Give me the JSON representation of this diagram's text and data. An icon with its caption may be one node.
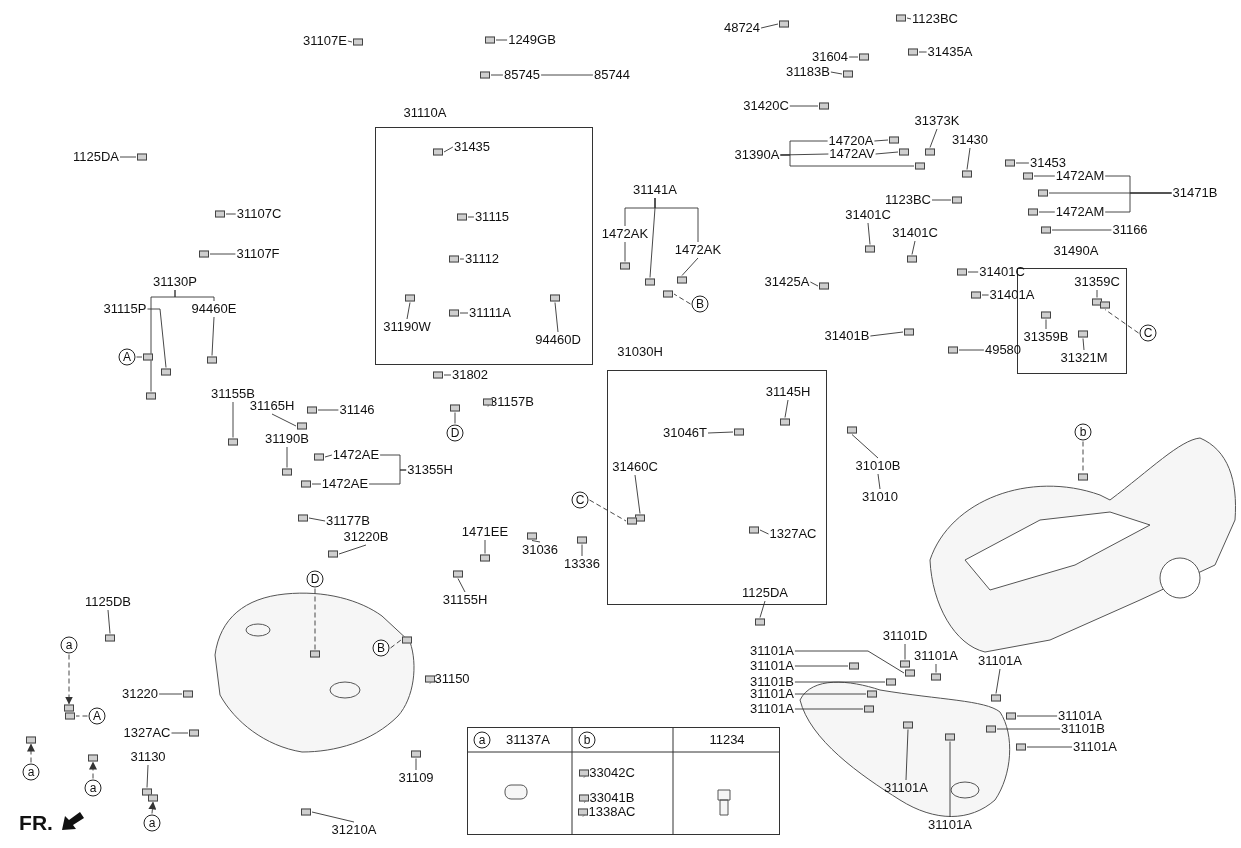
{
  "diagram": {
    "nodes": [
      {
        "text": [
          "31107E"
        ]
      },
      {
        "text": [
          "1249GB"
        ]
      },
      {
        "text": [
          "85745"
        ]
      },
      {
        "text": [
          "85744"
        ]
      },
      {
        "text": [
          "31110A"
        ]
      },
      {
        "text": [
          "31435"
        ],
        "in": 4
      },
      {
        "text": [
          "31115"
        ],
        "in": 4
      },
      {
        "text": [
          "31112"
        ],
        "in": 4
      },
      {
        "text": [
          "31111A"
        ],
        "in": 4
      },
      {
        "text": [
          "31190W"
        ],
        "in": 4
      },
      {
        "text": [
          "94460D"
        ],
        "in": 4
      },
      {
        "text": [
          "31141A"
        ]
      },
      {
        "text": [
          "1472AK"
        ]
      },
      {
        "text": [
          "1472AK"
        ]
      },
      {
        "text": [
          "B"
        ]
      },
      {
        "text": [
          "1125DA"
        ]
      },
      {
        "text": [
          "31107C"
        ]
      },
      {
        "text": [
          "31107F"
        ]
      },
      {
        "text": [
          "31130P"
        ]
      },
      {
        "text": [
          "31115P"
        ]
      },
      {
        "text": [
          "94460E"
        ]
      },
      {
        "text": [
          "A"
        ]
      },
      {
        "text": [
          "31155B"
        ]
      },
      {
        "text": [
          "31165H"
        ]
      },
      {
        "text": [
          "31146"
        ]
      },
      {
        "text": [
          "31190B"
        ]
      },
      {
        "text": [
          "1472AE"
        ]
      },
      {
        "text": [
          "1472AE"
        ]
      },
      {
        "text": [
          "31355H"
        ]
      },
      {
        "text": [
          "31177B"
        ]
      },
      {
        "text": [
          "31220B"
        ]
      },
      {
        "text": [
          "D"
        ]
      },
      {
        "text": [
          "B"
        ]
      },
      {
        "text": [
          "1125DB"
        ]
      },
      {
        "text": [
          "a"
        ]
      },
      {
        "text": [
          "A"
        ]
      },
      {
        "text": [
          "31220"
        ]
      },
      {
        "text": [
          "1327AC"
        ]
      },
      {
        "text": [
          "31150"
        ]
      },
      {
        "text": [
          "31130"
        ]
      },
      {
        "text": [
          "a"
        ]
      },
      {
        "text": [
          "a"
        ]
      },
      {
        "text": [
          "a"
        ]
      },
      {
        "text": [
          "31109"
        ]
      },
      {
        "text": [
          "31210A"
        ]
      },
      {
        "text": [
          "D"
        ]
      },
      {
        "text": [
          "31802"
        ]
      },
      {
        "text": [
          "31157B"
        ]
      },
      {
        "text": [
          "31030H"
        ]
      },
      {
        "text": [
          "31145H"
        ],
        "in": 48
      },
      {
        "text": [
          "31046T"
        ],
        "in": 48
      },
      {
        "text": [
          "31460C"
        ],
        "in": 48
      },
      {
        "text": [
          "1327AC"
        ],
        "in": 48
      },
      {
        "text": [
          "1125DA"
        ],
        "in": 48
      },
      {
        "text": [
          "C"
        ]
      },
      {
        "text": [
          "31036"
        ]
      },
      {
        "text": [
          "1471EE"
        ]
      },
      {
        "text": [
          "13336"
        ]
      },
      {
        "text": [
          "31155H"
        ]
      },
      {
        "text": [
          "31010B"
        ]
      },
      {
        "text": [
          "31010"
        ]
      },
      {
        "text": [
          "b"
        ]
      },
      {
        "text": [
          "48724"
        ]
      },
      {
        "text": [
          "1123BC"
        ]
      },
      {
        "text": [
          "31604"
        ]
      },
      {
        "text": [
          "31435A"
        ]
      },
      {
        "text": [
          "31183B"
        ]
      },
      {
        "text": [
          "31420C"
        ]
      },
      {
        "text": [
          "31373K"
        ]
      },
      {
        "text": [
          "31430"
        ]
      },
      {
        "text": [
          "14720A"
        ]
      },
      {
        "text": [
          "1472AV"
        ]
      },
      {
        "text": [
          "31390A"
        ]
      },
      {
        "text": [
          "31453"
        ]
      },
      {
        "text": [
          "1472AM"
        ]
      },
      {
        "text": [
          "1472AM"
        ]
      },
      {
        "text": [
          "31471B"
        ]
      },
      {
        "text": [
          "1123BC"
        ]
      },
      {
        "text": [
          "31166"
        ]
      },
      {
        "text": [
          "31401C"
        ]
      },
      {
        "text": [
          "31401C"
        ]
      },
      {
        "text": [
          "31401C"
        ]
      },
      {
        "text": [
          "31425A"
        ]
      },
      {
        "text": [
          "31401A"
        ]
      },
      {
        "text": [
          "31401B"
        ]
      },
      {
        "text": [
          "49580"
        ]
      },
      {
        "text": [
          "31490A"
        ]
      },
      {
        "text": [
          "31359C"
        ],
        "in": 86
      },
      {
        "text": [
          "31359B"
        ],
        "in": 86
      },
      {
        "text": [
          "31321M"
        ],
        "in": 86
      },
      {
        "text": [
          "C"
        ]
      },
      {
        "text": [
          "31101D"
        ]
      },
      {
        "text": [
          "31101A"
        ]
      },
      {
        "text": [
          "31101A"
        ]
      },
      {
        "text": [
          "31101A"
        ]
      },
      {
        "text": [
          "31101A"
        ]
      },
      {
        "text": [
          "31101B"
        ]
      },
      {
        "text": [
          "31101A"
        ]
      },
      {
        "text": [
          "31101A"
        ]
      },
      {
        "text": [
          "31101A"
        ]
      },
      {
        "text": [
          "31101B"
        ]
      },
      {
        "text": [
          "31101A"
        ]
      },
      {
        "text": [
          "31101A"
        ]
      },
      {
        "text": [
          "31101A"
        ]
      },
      {
        "text": [
          "33042C"
        ]
      },
      {
        "text": [
          "33041B"
        ]
      },
      {
        "text": [
          "1338AC"
        ]
      },
      {
        "text": [
          "a"
        ]
      },
      {
        "text": [
          "b"
        ]
      },
      {
        "text": [],
        "shape": "box"
      },
      {
        "text": [],
        "shape": "box"
      },
      {
        "text": [],
        "shape": "box"
      },
      {
        "text": [],
        "shape": "box",
        "in": 4
      },
      {
        "text": [],
        "shape": "box",
        "in": 4
      },
      {
        "text": [],
        "shape": "box",
        "in": 4
      },
      {
        "text": [],
        "shape": "box",
        "in": 4
      },
      {
        "text": [],
        "shape": "box",
        "in": 4
      },
      {
        "text": [],
        "shape": "box",
        "in": 4
      },
      {
        "text": [],
        "shape": "box"
      },
      {
        "text": [],
        "shape": "box"
      },
      {
        "text": [],
        "shape": "box"
      },
      {
        "text": [],
        "shape": "box"
      },
      {
        "text": [],
        "shape": "box"
      },
      {
        "text": [],
        "shape": "box"
      },
      {
        "text": [],
        "shape": "box"
      },
      {
        "text": [],
        "shape": "box"
      },
      {
        "text": [],
        "shape": "box"
      },
      {
        "text": [],
        "shape": "box"
      },
      {
        "text": [],
        "shape": "box"
      },
      {
        "text": [],
        "shape": "box"
      },
      {
        "text": [],
        "shape": "box"
      },
      {
        "text": [],
        "shape": "box"
      },
      {
        "text": [],
        "shape": "box"
      },
      {
        "text": [],
        "shape": "box"
      },
      {
        "text": [],
        "shape": "box"
      },
      {
        "text": [],
        "shape": "box"
      },
      {
        "text": [],
        "shape": "box"
      },
      {
        "text": [],
        "shape": "box"
      },
      {
        "text": [],
        "shape": "box"
      },
      {
        "text": [],
        "shape": "box"
      },
      {
        "text": [],
        "shape": "box"
      },
      {
        "text": [],
        "shape": "box"
      },
      {
        "text": [],
        "shape": "box"
      },
      {
        "text": [],
        "shape": "box"
      },
      {
        "text": [],
        "shape": "box"
      },
      {
        "text": [],
        "shape": "box"
      },
      {
        "text": [],
        "shape": "box"
      },
      {
        "text": [],
        "shape": "box"
      },
      {
        "text": [],
        "shape": "box"
      },
      {
        "text": [],
        "shape": "box"
      },
      {
        "text": [],
        "shape": "box"
      },
      {
        "text": [],
        "shape": "box"
      },
      {
        "text": [],
        "shape": "box"
      },
      {
        "text": [],
        "shape": "box"
      },
      {
        "text": [],
        "shape": "box",
        "in": 48
      },
      {
        "text": [],
        "shape": "box",
        "in": 48
      },
      {
        "text": [],
        "shape": "box",
        "in": 48
      },
      {
        "text": [],
        "shape": "box",
        "in": 48
      },
      {
        "text": [],
        "shape": "box"
      },
      {
        "text": [],
        "shape": "box",
        "in": 48
      },
      {
        "text": [],
        "shape": "box"
      },
      {
        "text": [],
        "shape": "box"
      },
      {
        "text": [],
        "shape": "box"
      },
      {
        "text": [],
        "shape": "box"
      },
      {
        "text": [],
        "shape": "box"
      },
      {
        "text": [],
        "shape": "box"
      },
      {
        "text": [],
        "shape": "box"
      },
      {
        "text": [],
        "shape": "box"
      },
      {
        "text": [],
        "shape": "box"
      },
      {
        "text": [],
        "shape": "box"
      },
      {
        "text": [],
        "shape": "box"
      },
      {
        "text": [],
        "shape": "box"
      },
      {
        "text": [],
        "shape": "box"
      },
      {
        "text": [],
        "shape": "box"
      },
      {
        "text": [],
        "shape": "box"
      },
      {
        "text": [],
        "shape": "box"
      },
      {
        "text": [],
        "shape": "box"
      },
      {
        "text": [],
        "shape": "box"
      },
      {
        "text": [],
        "shape": "box"
      },
      {
        "text": [],
        "shape": "box"
      },
      {
        "text": [],
        "shape": "box"
      },
      {
        "text": [],
        "shape": "box"
      },
      {
        "text": [],
        "shape": "box"
      },
      {
        "text": [],
        "shape": "box"
      },
      {
        "text": [],
        "shape": "box"
      },
      {
        "text": [],
        "shape": "box"
      },
      {
        "text": [],
        "shape": "box"
      },
      {
        "text": [],
        "shape": "box"
      },
      {
        "text": [],
        "shape": "box"
      },
      {
        "text": [],
        "shape": "box"
      },
      {
        "text": [],
        "shape": "box",
        "in": 86
      },
      {
        "text": [],
        "shape": "box",
        "in": 86
      },
      {
        "text": [],
        "shape": "box",
        "in": 86
      },
      {
        "text": [],
        "shape": "box",
        "in": 86
      },
      {
        "text": [],
        "shape": "box"
      },
      {
        "text": [],
        "shape": "box"
      },
      {
        "text": [],
        "shape": "box"
      },
      {
        "text": [],
        "shape": "box"
      },
      {
        "text": [],
        "shape": "box"
      },
      {
        "text": [],
        "shape": "box"
      },
      {
        "text": [],
        "shape": "box"
      },
      {
        "text": [],
        "shape": "box"
      },
      {
        "text": [],
        "shape": "box"
      },
      {
        "text": [],
        "shape": "box"
      },
      {
        "text": [],
        "shape": "box"
      },
      {
        "text": [],
        "shape": "box"
      },
      {
        "text": [],
        "shape": "box"
      },
      {
        "text": [],
        "shape": "box"
      },
      {
        "text": [],
        "shape": "box"
      },
      {
        "text": [],
        "shape": "box"
      }
    ],
    "edges": [
      {
        "from": 0,
        "to": 109,
        "arrow": "none"
      },
      {
        "from": 1,
        "to": 110,
        "arrow": "none"
      },
      {
        "from": 2,
        "to": 111,
        "arrow": "none"
      },
      {
        "from": 3,
        "to": 2,
        "arrow": "none"
      },
      {
        "from": 5,
        "to": 112,
        "arrow": "none"
      },
      {
        "from": 6,
        "to": 113,
        "arrow": "none"
      },
      {
        "from": 7,
        "to": 114,
        "arrow": "none"
      },
      {
        "from": 8,
        "to": 115,
        "arrow": "none"
      },
      {
        "from": 9,
        "to": 116,
        "arrow": "none"
      },
      {
        "from": 10,
        "to": 117,
        "arrow": "none"
      },
      {
        "from": 11,
        "to": 12,
        "arrow": "none"
      },
      {
        "from": 11,
        "to": 118,
        "arrow": "none"
      },
      {
        "from": 11,
        "to": 13,
        "arrow": "none"
      },
      {
        "from": 12,
        "to": 119,
        "arrow": "none"
      },
      {
        "from": 13,
        "to": 120,
        "arrow": "none"
      },
      {
        "from": 14,
        "to": 121,
        "arrow": "none",
        "style": "dashed"
      },
      {
        "from": 15,
        "to": 122,
        "arrow": "none"
      },
      {
        "from": 16,
        "to": 123,
        "arrow": "none"
      },
      {
        "from": 17,
        "to": 124,
        "arrow": "none"
      },
      {
        "from": 18,
        "to": 125,
        "arrow": "none"
      },
      {
        "from": 18,
        "to": 20,
        "arrow": "none"
      },
      {
        "from": 19,
        "to": 126,
        "arrow": "none"
      },
      {
        "from": 20,
        "to": 127,
        "arrow": "none"
      },
      {
        "from": 21,
        "to": 128,
        "arrow": "none"
      },
      {
        "from": 22,
        "to": 129,
        "arrow": "none"
      },
      {
        "from": 23,
        "to": 130,
        "arrow": "none"
      },
      {
        "from": 24,
        "to": 131,
        "arrow": "none"
      },
      {
        "from": 25,
        "to": 132,
        "arrow": "none"
      },
      {
        "from": 26,
        "to": 133,
        "arrow": "none"
      },
      {
        "from": 27,
        "to": 134,
        "arrow": "none"
      },
      {
        "from": 28,
        "to": 26,
        "arrow": "none"
      },
      {
        "from": 28,
        "to": 27,
        "arrow": "none"
      },
      {
        "from": 29,
        "to": 135,
        "arrow": "none"
      },
      {
        "from": 30,
        "to": 136,
        "arrow": "none"
      },
      {
        "from": 31,
        "to": 137,
        "arrow": "none",
        "style": "dashed"
      },
      {
        "from": 32,
        "to": 138,
        "arrow": "none",
        "style": "dashed"
      },
      {
        "from": 33,
        "to": 139,
        "arrow": "none"
      },
      {
        "from": 34,
        "to": 140,
        "arrow": "to",
        "style": "dashed"
      },
      {
        "from": 35,
        "to": 141,
        "arrow": "none",
        "style": "dashed"
      },
      {
        "from": 36,
        "to": 142,
        "arrow": "none"
      },
      {
        "from": 37,
        "to": 143,
        "arrow": "none"
      },
      {
        "from": 38,
        "to": 144,
        "arrow": "none"
      },
      {
        "from": 39,
        "to": 145,
        "arrow": "none"
      },
      {
        "from": 40,
        "to": 146,
        "arrow": "to",
        "style": "dashed"
      },
      {
        "from": 41,
        "to": 147,
        "arrow": "to",
        "style": "dashed"
      },
      {
        "from": 42,
        "to": 148,
        "arrow": "to",
        "style": "dashed"
      },
      {
        "from": 43,
        "to": 149,
        "arrow": "none"
      },
      {
        "from": 44,
        "to": 150,
        "arrow": "none"
      },
      {
        "from": 45,
        "to": 151,
        "arrow": "none"
      },
      {
        "from": 46,
        "to": 152,
        "arrow": "none"
      },
      {
        "from": 47,
        "to": 153,
        "arrow": "none"
      },
      {
        "from": 49,
        "to": 154,
        "arrow": "none"
      },
      {
        "from": 50,
        "to": 155,
        "arrow": "none"
      },
      {
        "from": 51,
        "to": 156,
        "arrow": "none"
      },
      {
        "from": 52,
        "to": 157,
        "arrow": "none"
      },
      {
        "from": 53,
        "to": 158,
        "arrow": "none"
      },
      {
        "from": 54,
        "to": 159,
        "arrow": "none",
        "style": "dashed"
      },
      {
        "from": 55,
        "to": 160,
        "arrow": "none"
      },
      {
        "from": 56,
        "to": 161,
        "arrow": "none"
      },
      {
        "from": 57,
        "to": 162,
        "arrow": "none"
      },
      {
        "from": 58,
        "to": 163,
        "arrow": "none"
      },
      {
        "from": 59,
        "to": 164,
        "arrow": "none"
      },
      {
        "from": 60,
        "to": 59,
        "arrow": "none"
      },
      {
        "from": 61,
        "to": 165,
        "arrow": "none",
        "style": "dashed"
      },
      {
        "from": 62,
        "to": 166,
        "arrow": "none"
      },
      {
        "from": 63,
        "to": 167,
        "arrow": "none"
      },
      {
        "from": 64,
        "to": 168,
        "arrow": "none"
      },
      {
        "from": 65,
        "to": 169,
        "arrow": "none"
      },
      {
        "from": 66,
        "to": 170,
        "arrow": "none"
      },
      {
        "from": 67,
        "to": 171,
        "arrow": "none"
      },
      {
        "from": 68,
        "to": 172,
        "arrow": "none"
      },
      {
        "from": 69,
        "to": 173,
        "arrow": "none"
      },
      {
        "from": 70,
        "to": 174,
        "arrow": "none"
      },
      {
        "from": 71,
        "to": 175,
        "arrow": "none"
      },
      {
        "from": 72,
        "to": 70,
        "arrow": "none"
      },
      {
        "from": 72,
        "to": 71,
        "arrow": "none"
      },
      {
        "from": 72,
        "to": 176,
        "arrow": "none"
      },
      {
        "from": 73,
        "to": 177,
        "arrow": "none"
      },
      {
        "from": 74,
        "to": 178,
        "arrow": "none"
      },
      {
        "from": 75,
        "to": 179,
        "arrow": "none"
      },
      {
        "from": 76,
        "to": 74,
        "arrow": "none"
      },
      {
        "from": 76,
        "to": 75,
        "arrow": "none"
      },
      {
        "from": 76,
        "to": 180,
        "arrow": "none"
      },
      {
        "from": 77,
        "to": 181,
        "arrow": "none"
      },
      {
        "from": 78,
        "to": 182,
        "arrow": "none"
      },
      {
        "from": 79,
        "to": 183,
        "arrow": "none"
      },
      {
        "from": 80,
        "to": 184,
        "arrow": "none"
      },
      {
        "from": 81,
        "to": 185,
        "arrow": "none"
      },
      {
        "from": 82,
        "to": 186,
        "arrow": "none"
      },
      {
        "from": 83,
        "to": 187,
        "arrow": "none"
      },
      {
        "from": 84,
        "to": 188,
        "arrow": "none"
      },
      {
        "from": 85,
        "to": 189,
        "arrow": "none"
      },
      {
        "from": 87,
        "to": 190,
        "arrow": "none"
      },
      {
        "from": 88,
        "to": 191,
        "arrow": "none"
      },
      {
        "from": 89,
        "to": 192,
        "arrow": "none"
      },
      {
        "from": 90,
        "to": 193,
        "arrow": "none",
        "style": "dashed"
      },
      {
        "from": 91,
        "to": 194,
        "arrow": "none"
      },
      {
        "from": 92,
        "to": 195,
        "arrow": "none"
      },
      {
        "from": 93,
        "to": 196,
        "arrow": "none"
      },
      {
        "from": 94,
        "to": 197,
        "arrow": "none"
      },
      {
        "from": 95,
        "to": 198,
        "arrow": "none"
      },
      {
        "from": 96,
        "to": 199,
        "arrow": "none"
      },
      {
        "from": 97,
        "to": 200,
        "arrow": "none"
      },
      {
        "from": 98,
        "to": 201,
        "arrow": "none"
      },
      {
        "from": 99,
        "to": 202,
        "arrow": "none"
      },
      {
        "from": 100,
        "to": 203,
        "arrow": "none"
      },
      {
        "from": 101,
        "to": 204,
        "arrow": "none"
      },
      {
        "from": 102,
        "to": 205,
        "arrow": "none"
      },
      {
        "from": 103,
        "to": 206,
        "arrow": "none"
      },
      {
        "from": 104,
        "to": 207,
        "arrow": "none"
      },
      {
        "from": 105,
        "to": 208,
        "arrow": "none"
      },
      {
        "from": 106,
        "to": 209,
        "arrow": "none"
      }
    ],
    "labels": [
      "31137A",
      "11234",
      "FR."
    ]
  }
}
